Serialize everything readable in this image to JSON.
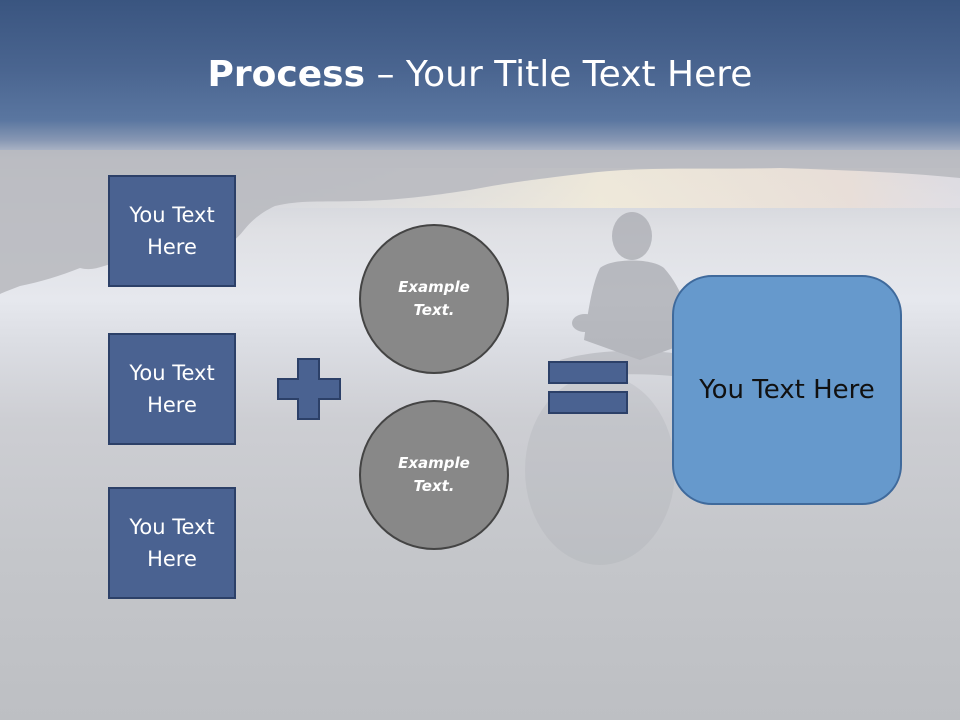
{
  "slide": {
    "title_bold": "Process",
    "title_rest": " – Your Title Text Here"
  },
  "boxes": [
    {
      "label": "You Text Here"
    },
    {
      "label": "You Text Here"
    },
    {
      "label": "You Text Here"
    }
  ],
  "circles": [
    {
      "label": "Example Text."
    },
    {
      "label": "Example Text."
    }
  ],
  "result": {
    "label": "You Text Here"
  },
  "operators": {
    "plus": "plus-icon",
    "equals": "equals-icon"
  },
  "colors": {
    "box_fill": "#4a6291",
    "circle_fill": "#888888",
    "result_fill": "#6699cc"
  }
}
